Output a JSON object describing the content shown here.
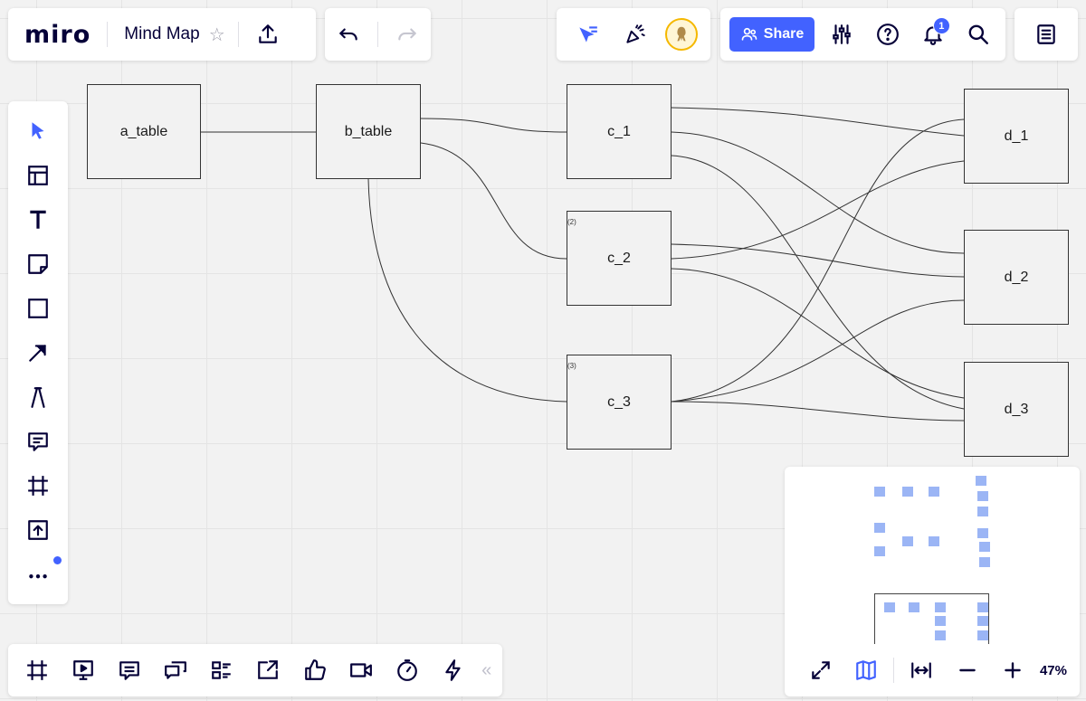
{
  "brand": {
    "logo": "miro",
    "board_title": "Mind Map",
    "star": "☆"
  },
  "share": {
    "label": "Share",
    "notifications_count": "1"
  },
  "accent": "#4262ff",
  "nodes": {
    "a_table": "a_table",
    "b_table": "b_table",
    "c_1": "c_1",
    "c_2": "c_2",
    "c_3": "c_3",
    "d_1": "d_1",
    "d_2": "d_2",
    "d_3": "d_3",
    "c_2_tag": "(2)",
    "c_3_tag": "(3)"
  },
  "bottom": {
    "collapse": "«"
  },
  "minimap": {
    "zoom_level": "47%"
  }
}
